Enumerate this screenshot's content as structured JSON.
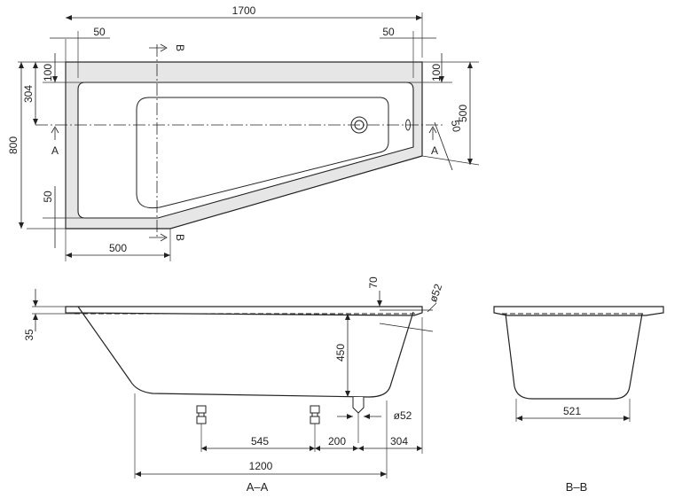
{
  "plan": {
    "dim_length": "1700",
    "dim_left_50": "50",
    "dim_right_50": "50",
    "dim_left_100": "100",
    "dim_right_100": "100",
    "dim_304": "304",
    "dim_800": "800",
    "dim_500_right": "500",
    "dim_50_angle": "50",
    "dim_50_bottom_left": "50",
    "dim_500_bottom": "500",
    "section_a_top": "A",
    "section_a_right": "A",
    "section_b_top": "B",
    "section_b_bottom": "B"
  },
  "section_aa": {
    "dim_70": "70",
    "dim_diam_52_top": "ø52",
    "dim_35": "35",
    "dim_450": "450",
    "dim_diam_52_drain": "ø52",
    "dim_545": "545",
    "dim_200": "200",
    "dim_304": "304",
    "dim_1200": "1200",
    "label": "A–A"
  },
  "section_bb": {
    "dim_521": "521",
    "label": "B–B"
  },
  "colors": {
    "rim_fill": "#e6e6e6",
    "line": "#222222"
  }
}
